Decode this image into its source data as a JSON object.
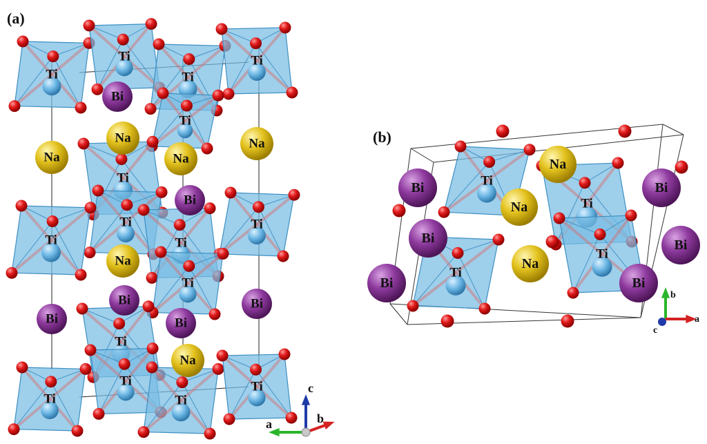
{
  "panels": [
    {
      "id": "a",
      "label": "(a)"
    },
    {
      "id": "b",
      "label": "(b)"
    }
  ],
  "elements": {
    "Ti": {
      "symbol": "Ti",
      "color": "#5aa9d6"
    },
    "Na": {
      "symbol": "Na",
      "color": "#e8c82a"
    },
    "Bi": {
      "symbol": "Bi",
      "color": "#8e3a9e"
    },
    "O": {
      "color": "#e01b1b"
    }
  },
  "octahedron_color": "#79bde3",
  "axes": {
    "a": {
      "labels": [
        "c",
        "a",
        "b"
      ],
      "colors": [
        "#1f3aa8",
        "#2bb52b",
        "#d42222"
      ]
    },
    "b": {
      "labels": [
        "b",
        "a",
        "c"
      ],
      "colors": [
        "#2bb52b",
        "#d42222",
        "#1f3aa8"
      ]
    }
  }
}
